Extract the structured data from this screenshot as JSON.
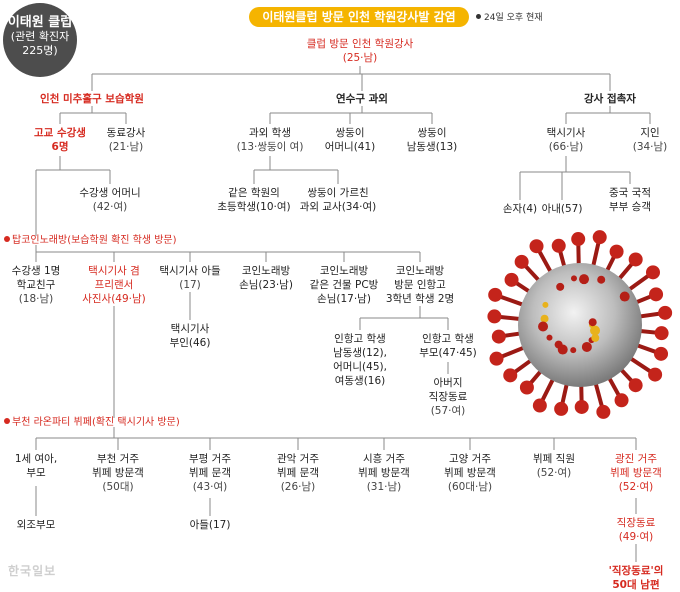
{
  "title": "이태원클럽 방문 인천 학원강사발 감염",
  "as_of": "24일 오후 현재",
  "badge": {
    "line1": "이태원 클럽",
    "line2": "(관련 확진자",
    "line3": "225명)"
  },
  "watermark": "한국일보",
  "sections": {
    "tapcoin": "탑코인노래방(보습학원 확진 학생 방문)",
    "bucheon": "부천 라온파티 뷔페(확진 택시기사 방문)"
  },
  "nodes": {
    "root": [
      "클럽 방문 인천 학원강사",
      "(25·남)"
    ],
    "michuhol": [
      "인천 미추홀구 보습학원"
    ],
    "yeonsu": [
      "연수구 과외"
    ],
    "instructor_contact": [
      "강사 접촉자"
    ],
    "hs_student": [
      "고교 수강생",
      "6명"
    ],
    "colleague": [
      "동료강사",
      "(21·남)"
    ],
    "tutor_student": [
      "과외 학생",
      "(13·쌍둥이 여)"
    ],
    "twin_mother": [
      "쌍둥이",
      "어머니(41)"
    ],
    "twin_brother": [
      "쌍둥이",
      "남동생(13)"
    ],
    "taxi_driver": [
      "택시기사",
      "(66·남)"
    ],
    "acquaintance": [
      "지인",
      "(34·남)"
    ],
    "student_mother": [
      "수강생 어머니",
      "(42·여)"
    ],
    "same_academy": [
      "같은 학원의",
      "초등학생(10·여)"
    ],
    "twin_teacher": [
      "쌍둥이 가르친",
      "과외 교사(34·여)"
    ],
    "grandchild": [
      "손자(4)"
    ],
    "wife": [
      "아내(57)"
    ],
    "chinese_couple": [
      "중국 국적",
      "부부 승객"
    ],
    "school_friend": [
      "수강생 1명",
      "학교친구",
      "(18·남)"
    ],
    "freelance": [
      "택시기사 겸",
      "프리랜서",
      "사진사(49·남)"
    ],
    "taxi_son": [
      "택시기사 아들",
      "(17)"
    ],
    "coin_guest": [
      "코인노래방",
      "손님(23·남)"
    ],
    "pc_guest": [
      "코인노래방",
      "같은 건물 PC방",
      "손님(17·남)"
    ],
    "incheon_hs": [
      "코인노래방",
      "방문 인항고",
      "3학년 학생 2명"
    ],
    "taxi_wife": [
      "택시기사",
      "부인(46)"
    ],
    "inhang_siblings": [
      "인항고 학생",
      "남동생(12),",
      "어머니(45),",
      "여동생(16)"
    ],
    "inhang_parents": [
      "인항고 학생",
      "부모(47·45)"
    ],
    "father_colleague": [
      "아버지",
      "직장동료",
      "(57·여)"
    ],
    "baby": [
      "1세 여아,",
      "부모"
    ],
    "grandparents": [
      "외조부모"
    ],
    "bucheon_guest": [
      "부천 거주",
      "뷔페 방문객",
      "(50대)"
    ],
    "bupyeong_guest": [
      "부평 거주",
      "뷔페 문객",
      "(43·여)"
    ],
    "son17": [
      "아들(17)"
    ],
    "gwanak_guest": [
      "관악 거주",
      "뷔페 문객",
      "(26·남)"
    ],
    "siheung_guest": [
      "시흥 거주",
      "뷔페 방문객",
      "(31·남)"
    ],
    "goyang_guest": [
      "고양 거주",
      "뷔페 방문객",
      "(60대·남)"
    ],
    "buffet_staff": [
      "뷔페 직원",
      "(52·여)"
    ],
    "gwangjin_guest": [
      "광진 거주",
      "뷔페 방문객",
      "(52·여)"
    ],
    "work_colleague": [
      "직장동료",
      "(49·여)"
    ],
    "colleague_husband": [
      "'직장동료'의",
      "50대 남편"
    ]
  },
  "colors": {
    "red": "#d62a20",
    "yellow": "#f5b400",
    "badge": "#4d4d4d",
    "line": "#8a8a8a"
  }
}
